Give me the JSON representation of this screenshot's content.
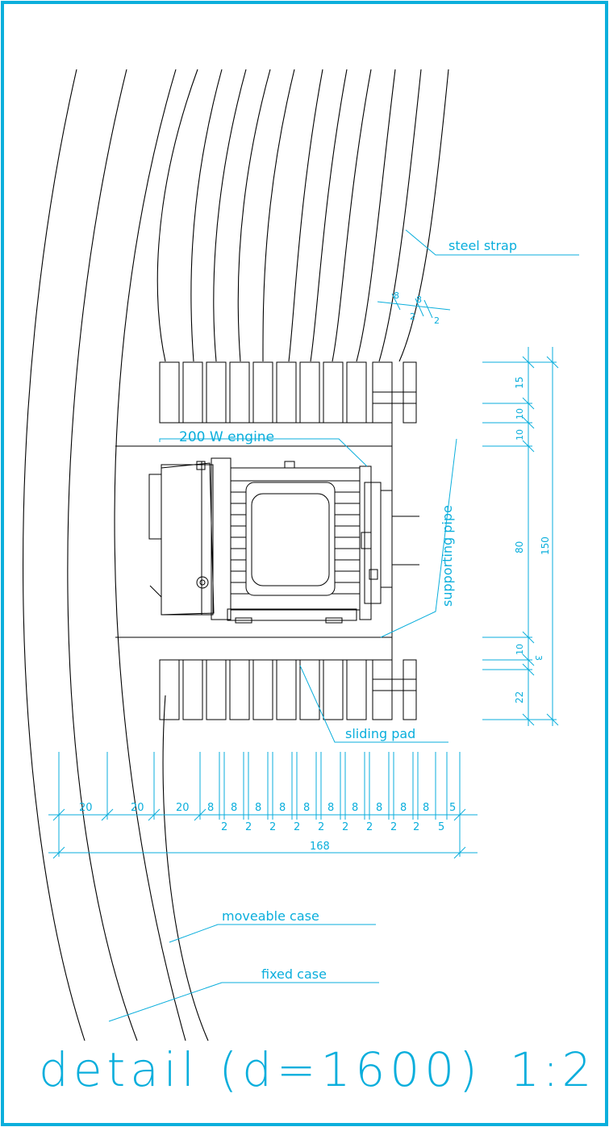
{
  "labels": {
    "steel_strap": "steel strap",
    "engine": "200 W engine",
    "supporting_pipe": "supporting pipe",
    "sliding_pad": "sliding pad",
    "moveable_case": "moveable case",
    "fixed_case": "fixed case",
    "title": "detail (d=1600)",
    "scale": "1:2"
  },
  "dimensions": {
    "strap_a": "8",
    "strap_b": "8",
    "strap_c": "2",
    "strap_d": "2",
    "right_15": "15",
    "right_10a": "10",
    "right_10b": "10",
    "right_80": "80",
    "right_150": "150",
    "right_10c": "10",
    "right_3": "3",
    "right_22": "22",
    "bottom_top": [
      "20",
      "20",
      "20",
      "8",
      "8",
      "8",
      "8",
      "8",
      "8",
      "8",
      "8",
      "8",
      "8",
      "5"
    ],
    "bottom_sub": [
      "2",
      "2",
      "2",
      "2",
      "2",
      "2",
      "2",
      "2",
      "2",
      "5"
    ],
    "total": "168"
  },
  "colors": {
    "frame": "#0aaedc",
    "drawing": "#000000"
  }
}
